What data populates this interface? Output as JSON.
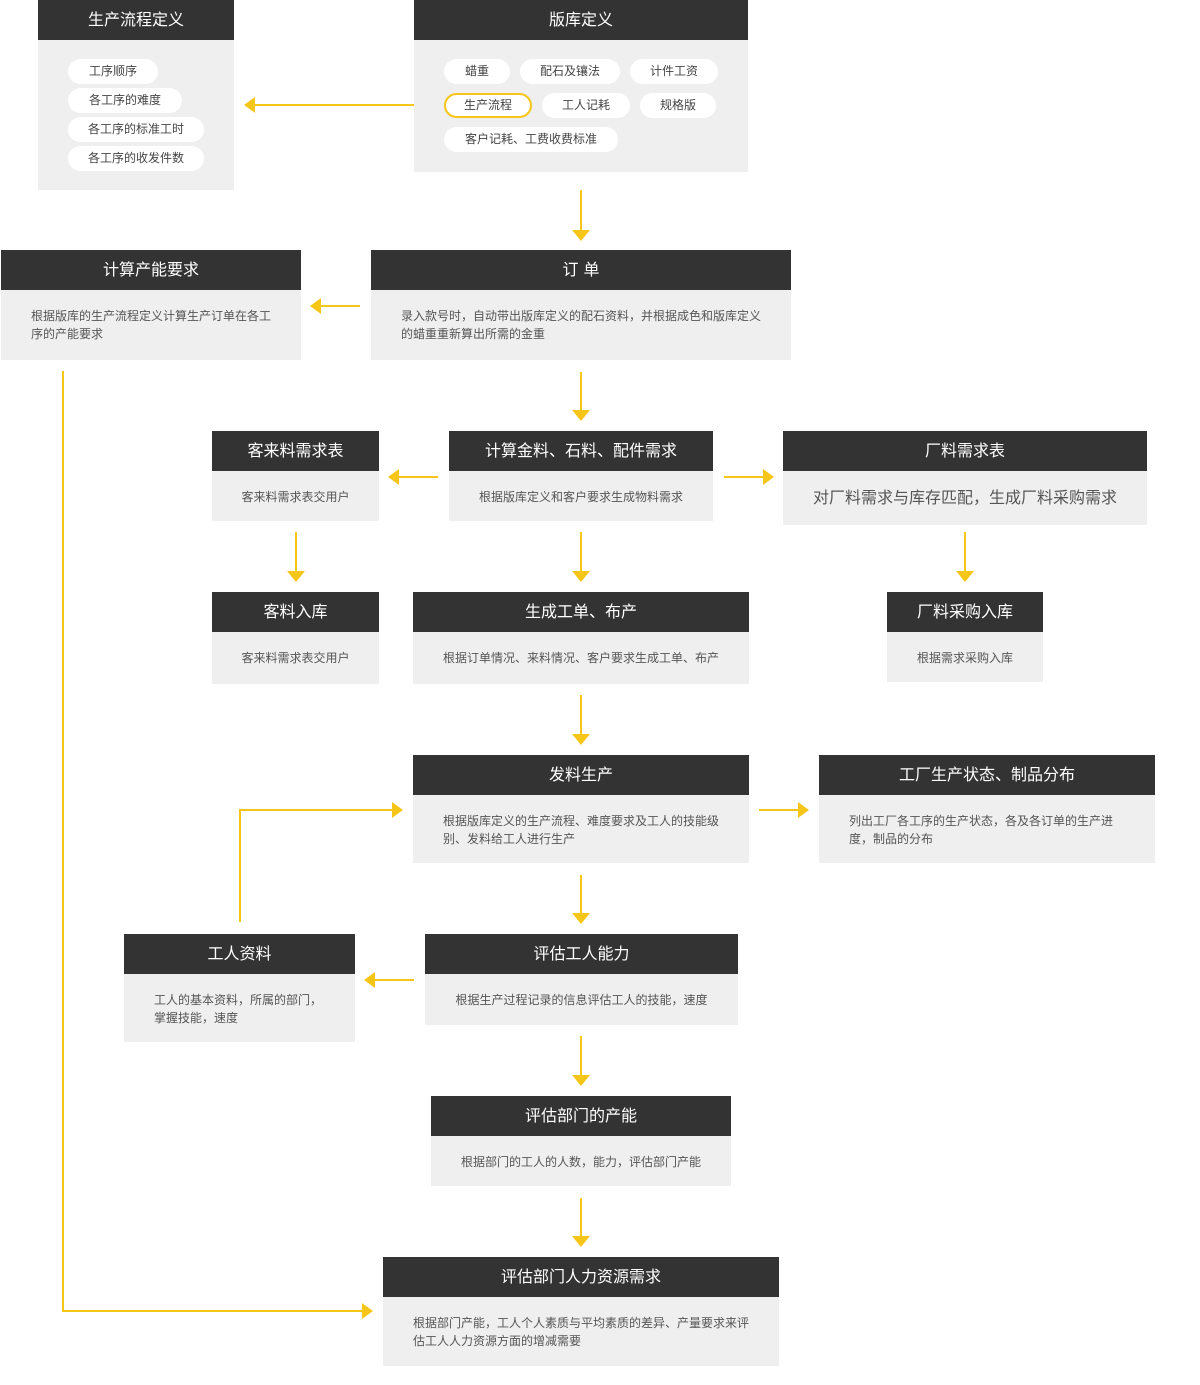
{
  "colors": {
    "header": "#333333",
    "body": "#efefef",
    "arrow": "#f5c518"
  },
  "process_def": {
    "title": "生产流程定义",
    "items": [
      "工序顺序",
      "各工序的难度",
      "各工序的标准工时",
      "各工序的收发件数"
    ]
  },
  "template_def": {
    "title": "版库定义",
    "items": [
      "蜡重",
      "配石及镶法",
      "计件工资",
      "生产流程",
      "工人记耗",
      "规格版",
      "客户记耗、工费收费标准"
    ],
    "active_item": "生产流程"
  },
  "capacity_req": {
    "title": "计算产能要求",
    "desc": "根据版库的生产流程定义计算生产订单在各工序的产能要求"
  },
  "order": {
    "title": "订 单",
    "desc": "录入款号时，自动带出版库定义的配石资料，并根据成色和版库定义的蜡重重新算出所需的金重"
  },
  "customer_material": {
    "title": "客来料需求表",
    "desc": "客来料需求表交用户"
  },
  "calc_material": {
    "title": "计算金料、石料、配件需求",
    "desc": "根据版库定义和客户要求生成物料需求"
  },
  "factory_material": {
    "title": "厂料需求表",
    "desc": "对厂料需求与库存匹配，生成厂料采购需求"
  },
  "customer_stock_in": {
    "title": "客料入库",
    "desc": "客来料需求表交用户"
  },
  "work_order": {
    "title": "生成工单、布产",
    "desc": "根据订单情况、来料情况、客户要求生成工单、布产"
  },
  "factory_purchase": {
    "title": "厂料采购入库",
    "desc": "根据需求采购入库"
  },
  "issue_production": {
    "title": "发料生产",
    "desc": "根据版库定义的生产流程、难度要求及工人的技能级别、发料给工人进行生产"
  },
  "factory_status": {
    "title": "工厂生产状态、制品分布",
    "desc": "列出工厂各工序的生产状态，各及各订单的生产进度，制品的分布"
  },
  "worker_info": {
    "title": "工人资料",
    "desc": "工人的基本资料，所属的部门，掌握技能，速度"
  },
  "eval_worker": {
    "title": "评估工人能力",
    "desc": "根据生产过程记录的信息评估工人的技能，速度"
  },
  "eval_dept": {
    "title": "评估部门的产能",
    "desc": "根据部门的工人的人数，能力，评估部门产能"
  },
  "eval_hr": {
    "title": "评估部门人力资源需求",
    "desc": "根据部门产能，工人个人素质与平均素质的差异、产量要求来评估工人人力资源方面的增减需要"
  }
}
